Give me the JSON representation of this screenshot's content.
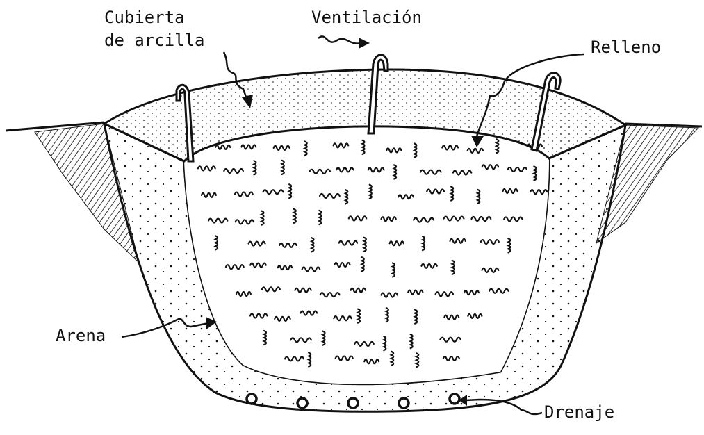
{
  "labels": {
    "cubierta": [
      "Cubierta",
      "de arcilla"
    ],
    "ventilacion": "Ventilación",
    "relleno": "Relleno",
    "arena": "Arena",
    "drenaje": "Drenaje"
  },
  "colors": {
    "ink": "#111111",
    "paper": "#ffffff"
  },
  "drain_pipes_count": 5
}
